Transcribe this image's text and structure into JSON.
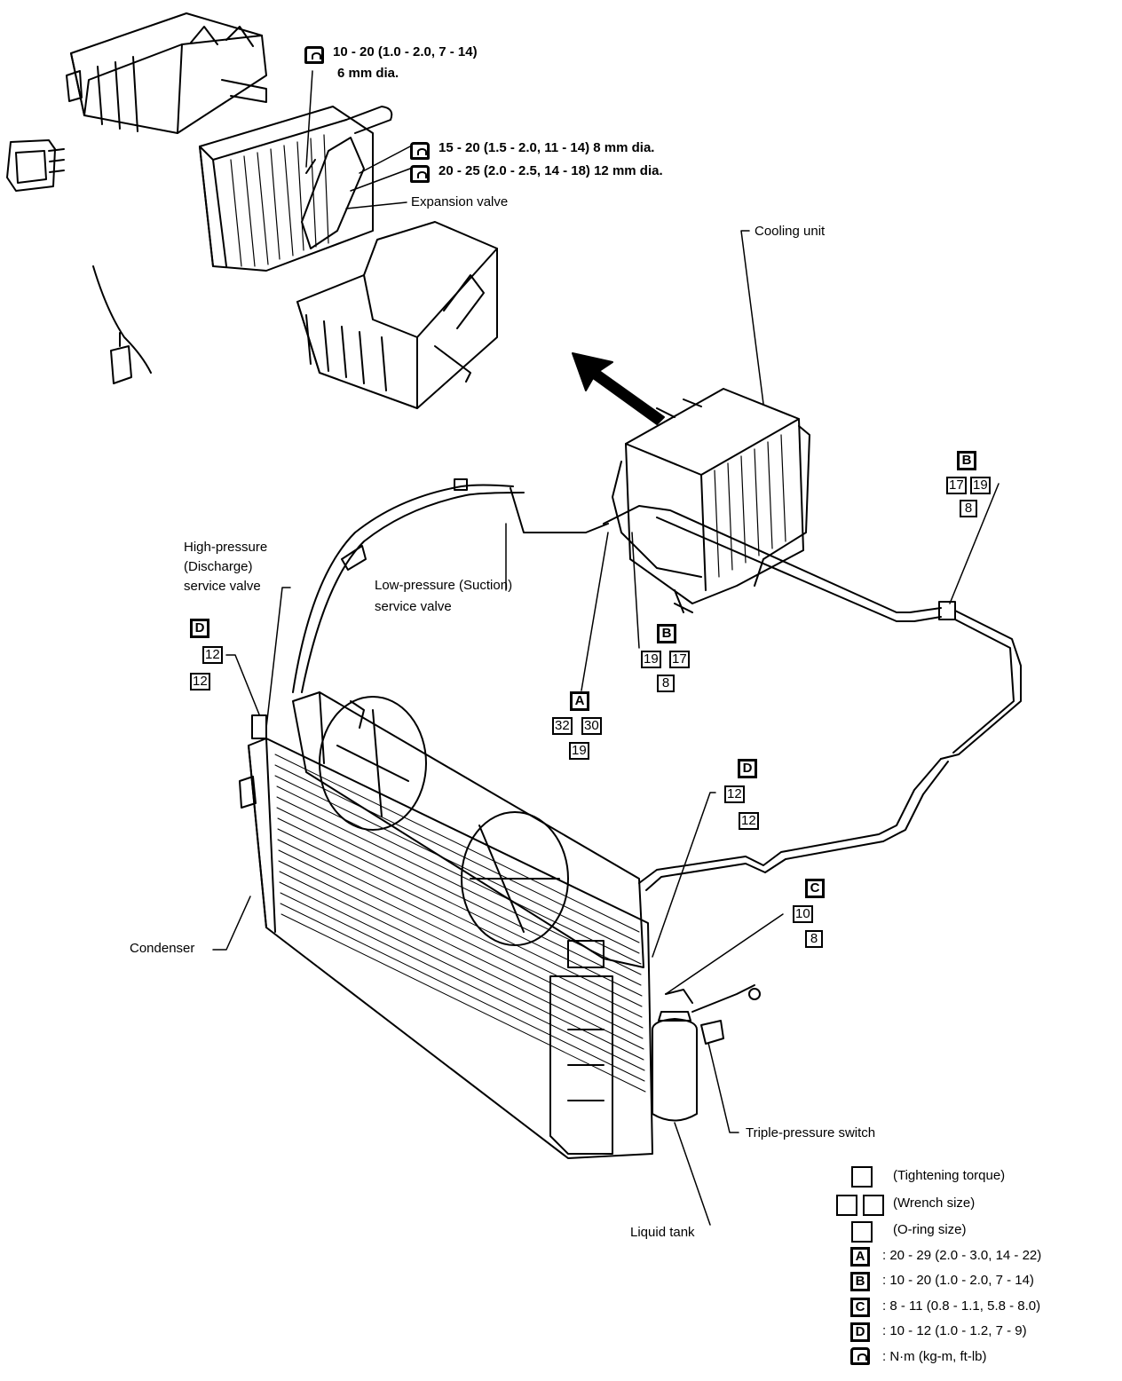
{
  "diagram": {
    "labels": {
      "cooling_unit": "Cooling unit",
      "expansion_valve": "Expansion valve",
      "high_pressure_1": "High-pressure",
      "high_pressure_2": "(Discharge)",
      "high_pressure_3": "service valve",
      "low_pressure_1": "Low-pressure (Suction)",
      "low_pressure_2": "service valve",
      "condenser": "Condenser",
      "liquid_tank": "Liquid tank",
      "triple_pressure_switch": "Triple-pressure switch"
    },
    "torque_specs": {
      "spec_6mm_line1": "10 - 20 (1.0 - 2.0, 7 - 14)",
      "spec_6mm_line2": "6 mm dia.",
      "spec_8mm": "15 - 20 (1.5 - 2.0, 11 - 14) 8 mm dia.",
      "spec_12mm": "20 - 25 (2.0 - 2.5, 14 - 18) 12 mm dia."
    },
    "joints": {
      "B_right": {
        "letter": "B",
        "w1": "17",
        "w2": "19",
        "oring": "8"
      },
      "B_center": {
        "letter": "B",
        "w1": "19",
        "w2": "17",
        "oring": "8"
      },
      "A": {
        "letter": "A",
        "w1": "32",
        "w2": "30",
        "oring": "19"
      },
      "D_left": {
        "letter": "D",
        "w1": "12",
        "oring": "12"
      },
      "D_right": {
        "letter": "D",
        "w1": "12",
        "oring": "12"
      },
      "C": {
        "letter": "C",
        "w1": "10",
        "oring": "8"
      }
    },
    "legend": {
      "tightening_torque": "(Tightening torque)",
      "wrench_size": "(Wrench size)",
      "oring_size": "(O-ring size)",
      "a_letter": "A",
      "a_value": ": 20 - 29 (2.0 - 3.0, 14 - 22)",
      "b_letter": "B",
      "b_value": ": 10 - 20 (1.0 - 2.0, 7 - 14)",
      "c_letter": "C",
      "c_value": ": 8 - 11 (0.8 - 1.1, 5.8 - 8.0)",
      "d_letter": "D",
      "d_value": ": 10 - 12 (1.0 - 1.2, 7 - 9)",
      "unit": ": N·m (kg-m, ft-lb)"
    }
  }
}
